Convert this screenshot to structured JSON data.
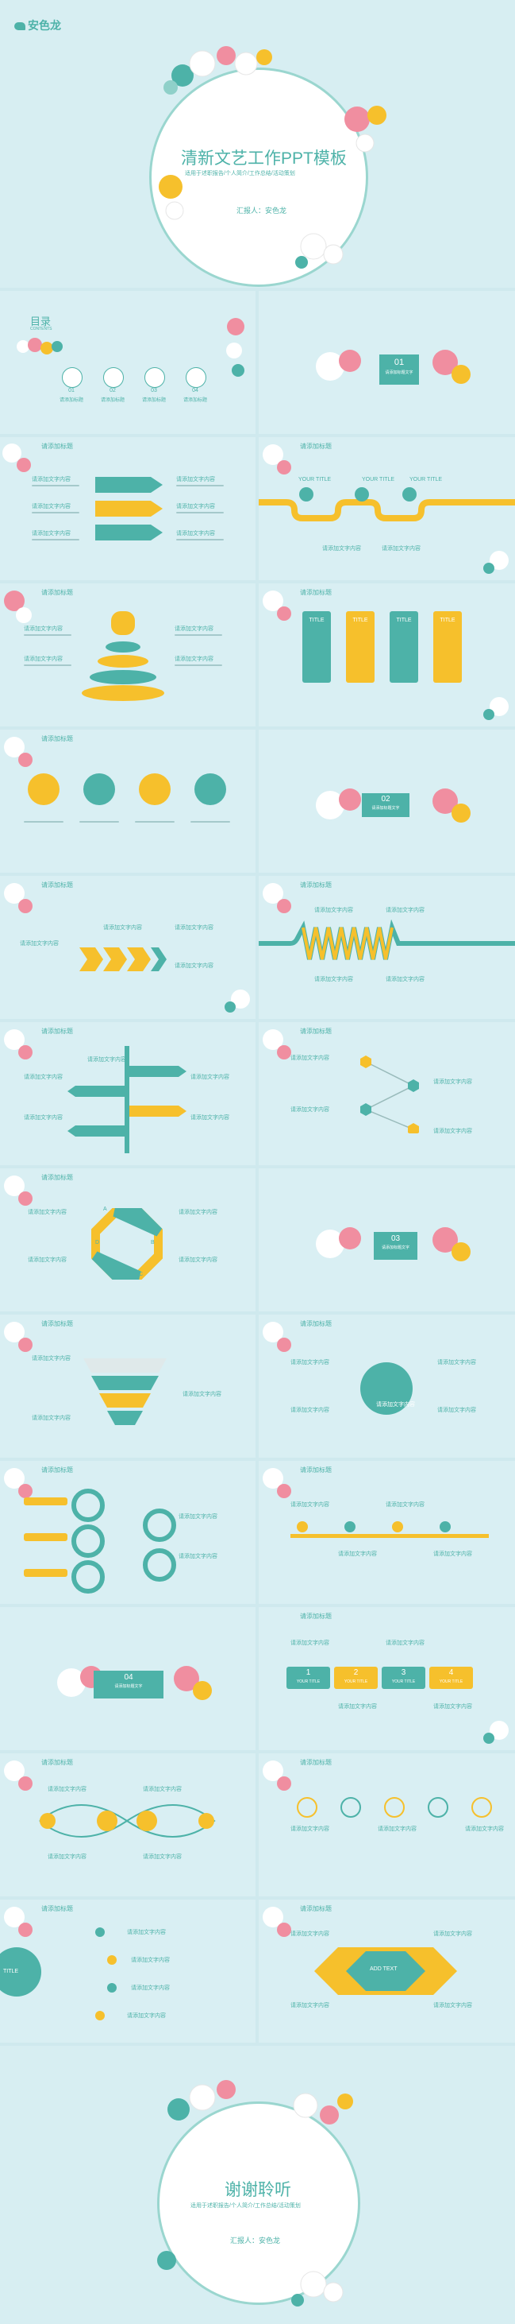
{
  "brand": {
    "name": "安色龙"
  },
  "cover": {
    "title": "清新文艺工作PPT模板",
    "subtitle": "适用于述职报告/个人简介/工作总结/活动策划",
    "reporter": "汇报人：安色龙"
  },
  "toc": {
    "title": "目录",
    "subtitle": "CONTENTS",
    "items": [
      {
        "num": "01",
        "label": "请添加标题"
      },
      {
        "num": "02",
        "label": "请添加标题"
      },
      {
        "num": "03",
        "label": "请添加标题"
      },
      {
        "num": "04",
        "label": "请添加标题"
      }
    ]
  },
  "sections": [
    {
      "num": "01",
      "label": "请添加标题文字"
    },
    {
      "num": "02",
      "label": "请添加标题文字"
    },
    {
      "num": "03",
      "label": "请添加标题文字"
    },
    {
      "num": "04",
      "label": "请添加标题文字"
    }
  ],
  "common": {
    "slide_title": "请添加标题",
    "item_title": "请添加文字内容",
    "your_title": "YOUR TITLE",
    "title_short": "TITLE",
    "add_text": "ADD TEXT"
  },
  "steps": {
    "n1": "1",
    "n2": "2",
    "n3": "3",
    "n4": "4",
    "a": "A",
    "b": "B",
    "c": "C",
    "d": "D"
  },
  "ending": {
    "title": "谢谢聆听",
    "subtitle": "适用于述职报告/个人简介/工作总结/活动策划",
    "reporter": "汇报人：安色龙"
  },
  "colors": {
    "teal": "#4db2a8",
    "yellow": "#f6c02c",
    "bg": "#d9eff3",
    "pink": "#f08ea0"
  }
}
